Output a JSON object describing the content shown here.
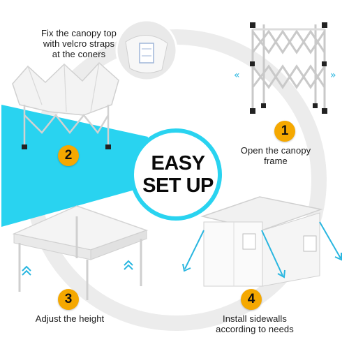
{
  "center": {
    "line1": "EASY",
    "line2": "SET UP"
  },
  "steps": [
    {
      "number": "1",
      "caption_lines": [
        "Open the canopy",
        "frame"
      ]
    },
    {
      "number": "2",
      "caption_lines": [
        "Fix the canopy top",
        "with velcro straps",
        "at the coners"
      ]
    },
    {
      "number": "3",
      "caption_lines": [
        "Adjust the height"
      ]
    },
    {
      "number": "4",
      "caption_lines": [
        "Install sidewalls",
        "according to needs"
      ]
    }
  ],
  "colors": {
    "accent": "#f5a800",
    "highlight": "#29d3f0",
    "ring": "#e6e6e6",
    "text": "#1a1a1a"
  },
  "icons": [
    "expand-arrows-icon",
    "raise-arrows-icon",
    "pull-arrows-icon"
  ]
}
